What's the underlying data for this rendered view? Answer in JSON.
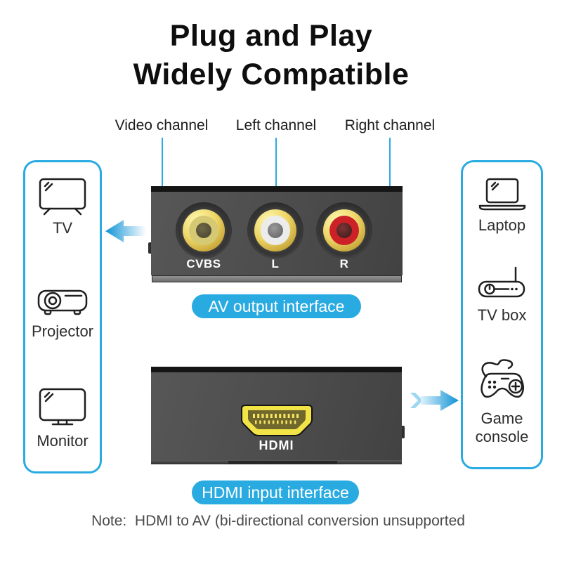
{
  "title": {
    "line1": "Plug and Play",
    "line2": "Widely Compatible"
  },
  "channels": [
    {
      "label": "Video channel"
    },
    {
      "label": "Left channel"
    },
    {
      "label": "Right channel"
    }
  ],
  "left_panel": {
    "items": [
      {
        "label": "TV",
        "icon": "tv-icon"
      },
      {
        "label": "Projector",
        "icon": "projector-icon"
      },
      {
        "label": "Monitor",
        "icon": "monitor-icon"
      }
    ]
  },
  "right_panel": {
    "items": [
      {
        "label": "Laptop",
        "icon": "laptop-icon"
      },
      {
        "label": "TV box",
        "icon": "tv-box-icon"
      },
      {
        "label": "Game console",
        "icon": "game-console-icon"
      }
    ]
  },
  "av_device": {
    "ports": [
      {
        "label": "CVBS",
        "color": "#d6c973"
      },
      {
        "label": "L",
        "color": "#ececec"
      },
      {
        "label": "R",
        "color": "#cb2127"
      }
    ],
    "caption": "AV output interface"
  },
  "hdmi_device": {
    "port_label": "HDMI",
    "caption": "HDMI input interface"
  },
  "note": "Note:  HDMI to AV (bi-directional conversion unsupported",
  "colors": {
    "accent_blue": "#29abe2",
    "device_body": "#4b4b4b",
    "jack_gold": "#eed768",
    "hdmi_yellow": "#f2e347"
  }
}
